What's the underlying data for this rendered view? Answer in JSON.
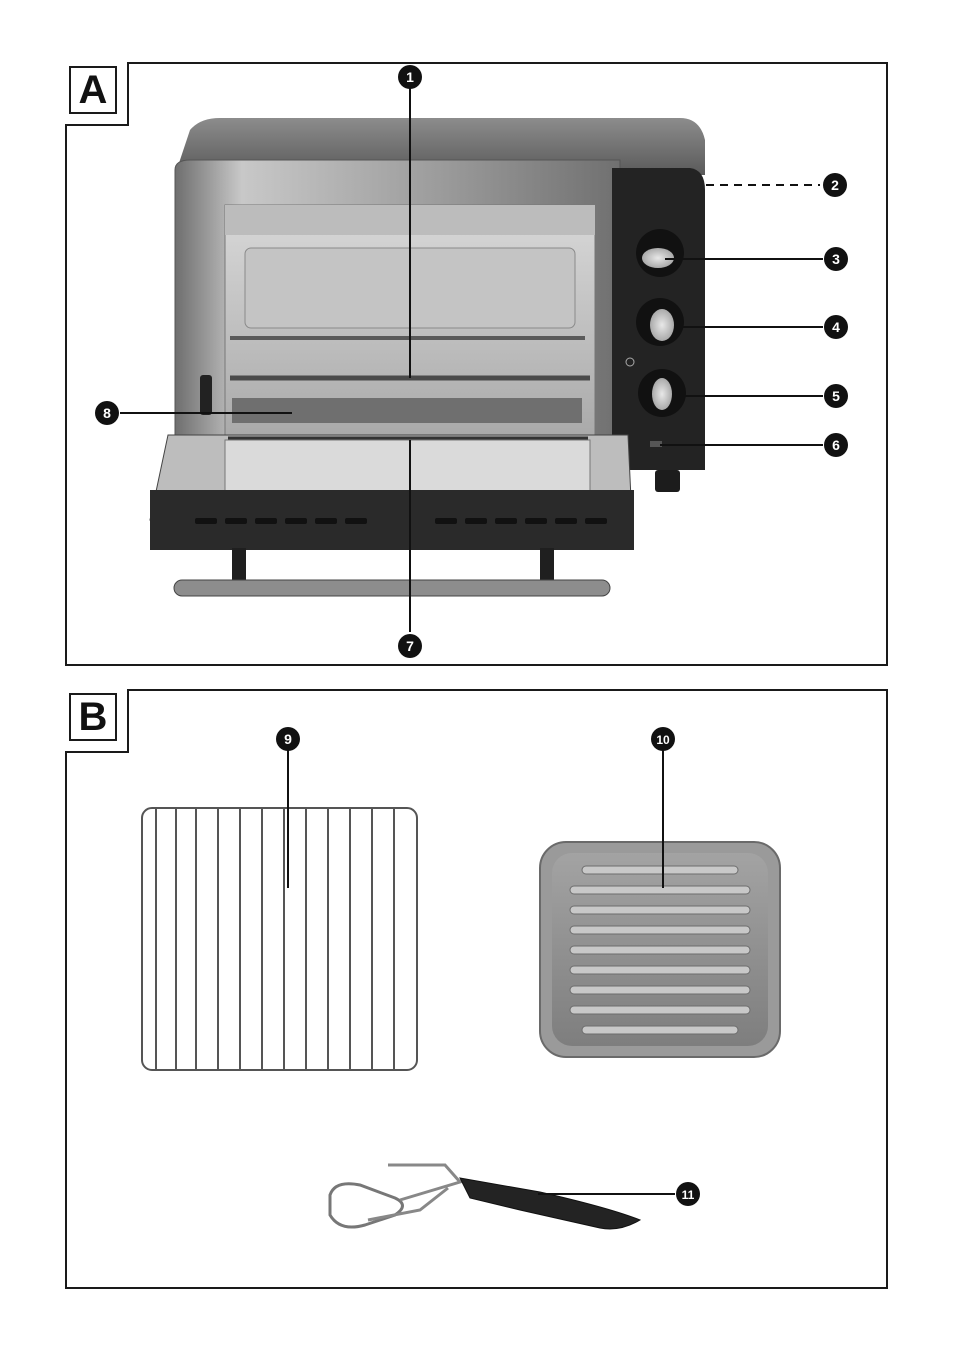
{
  "panels": {
    "a": {
      "tag": "A"
    },
    "b": {
      "tag": "B"
    }
  },
  "callouts": [
    "1",
    "2",
    "3",
    "4",
    "5",
    "6",
    "7",
    "8",
    "9",
    "10",
    "11"
  ],
  "colors": {
    "ink": "#111111",
    "steel": "#9a9a9a",
    "black_body": "#2a2a2a",
    "tray": "#8a8a8a"
  }
}
